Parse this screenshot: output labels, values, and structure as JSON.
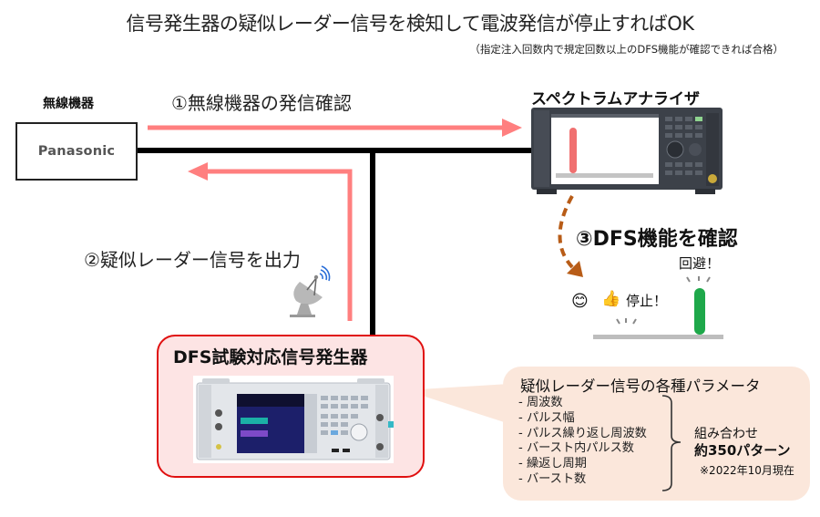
{
  "header": {
    "title": "信号発生器の疑似レーダー信号を検知して電波発信が停止すればOK",
    "note": "（指定注入回数内で規定回数以上のDFS機能が確認できれば合格）"
  },
  "wireless_device": {
    "label": "無線機器",
    "brand": "Panasonic"
  },
  "steps": {
    "step1": "①無線機器の発信確認",
    "step2": "②疑似レーダー信号を出力",
    "step3": "③DFS機能を確認"
  },
  "spectrum_analyzer": {
    "label": "スペクトラムアナライザ"
  },
  "result": {
    "avoid_label": "回避！",
    "stop_label": "停止！",
    "smile_emoji": "😊",
    "thumb_emoji": "👍"
  },
  "signal_generator": {
    "title": "DFS試験対応信号発生器"
  },
  "parameters": {
    "title": "疑似レーダー信号の各種パラメータ",
    "items": [
      "- 周波数",
      "- パルス幅",
      "- パルス繰り返し周波数",
      "- バースト内パルス数",
      "- 繰返し周期",
      "- バースト数"
    ],
    "combo_label": "組み合わせ",
    "combo_value": "約350パターン",
    "as_of": "※2022年10月現在"
  },
  "colors": {
    "signal_arrow": "#ff7f7f",
    "cable": "#000000",
    "dfs_arrow": "#b85c17",
    "generator_border": "#e01010",
    "generator_fill": "#fde4e4",
    "callout_fill": "#fbe7db",
    "peak_green": "#1ea84a",
    "peak_red": "#f07070"
  },
  "icons": {
    "antenna": "satellite-dish-icon",
    "arrow": "arrow-icon"
  }
}
